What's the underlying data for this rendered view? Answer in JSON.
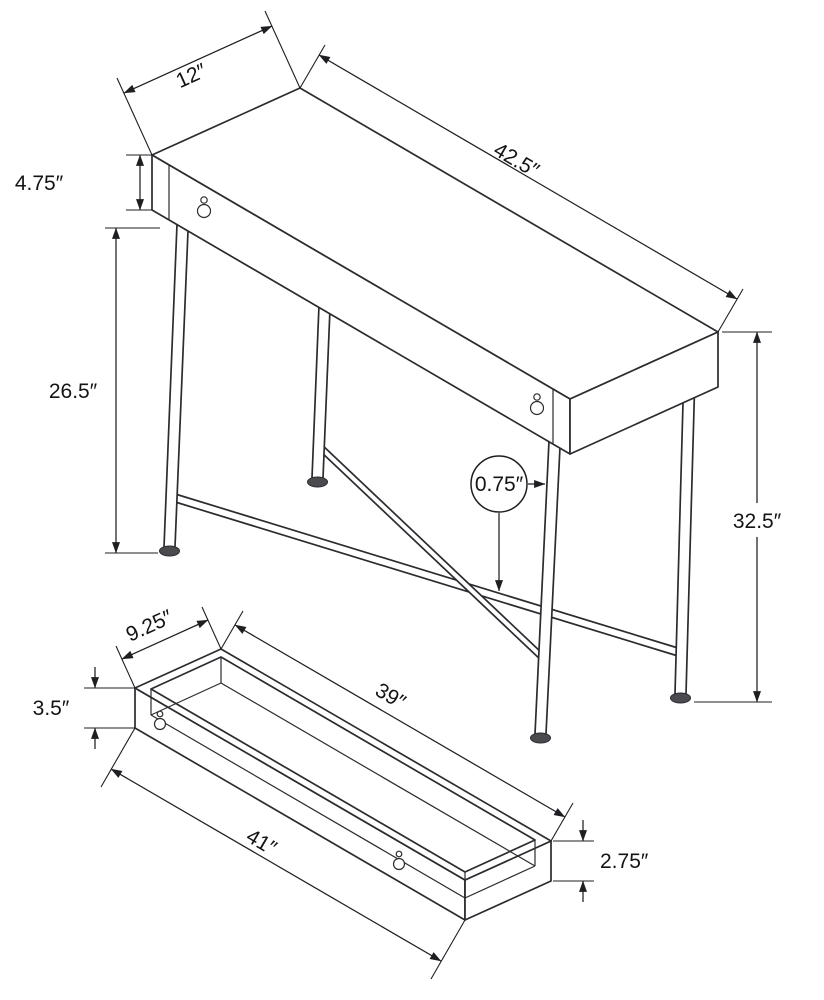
{
  "colors": {
    "line": "#2b2b30",
    "dimension_text": "#141417",
    "foot_cap": "#4b4b4f",
    "background": "#ffffff"
  },
  "dimensions": {
    "top_depth": "12″",
    "top_length": "42.5″",
    "apron_height": "4.75″",
    "floor_clearance": "26.5″",
    "overall_height": "32.5″",
    "frame_tube_diameter": "0.75″",
    "drawer_depth": "9.25″",
    "drawer_front_height": "3.5″",
    "drawer_inner_length": "39″",
    "drawer_length": "41″",
    "drawer_side_height": "2.75″"
  }
}
